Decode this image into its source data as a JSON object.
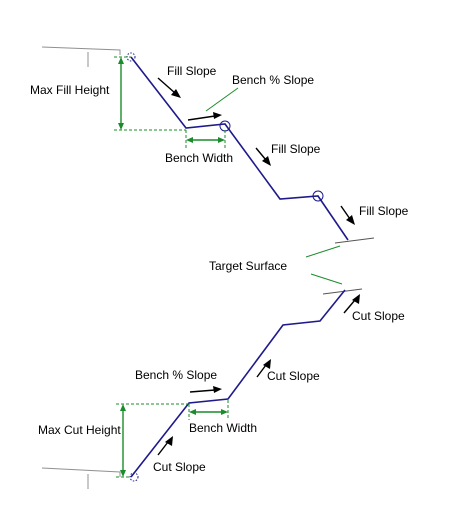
{
  "labels": {
    "fill_slope_1": "Fill Slope",
    "bench_pct_slope_top": "Bench % Slope",
    "max_fill_height": "Max Fill Height",
    "fill_slope_2": "Fill Slope",
    "bench_width_top": "Bench Width",
    "fill_slope_3": "Fill Slope",
    "target_surface": "Target Surface",
    "cut_slope_1": "Cut Slope",
    "bench_pct_slope_bottom": "Bench % Slope",
    "cut_slope_2": "Cut Slope",
    "max_cut_height": "Max Cut Height",
    "bench_width_bottom": "Bench Width",
    "cut_slope_3": "Cut Slope"
  },
  "colors": {
    "slope_line": "#1e1a8c",
    "dimension": "#1a8c2a",
    "surface": "#808080",
    "arrow": "#000000",
    "marker": "#1e1a8c"
  }
}
